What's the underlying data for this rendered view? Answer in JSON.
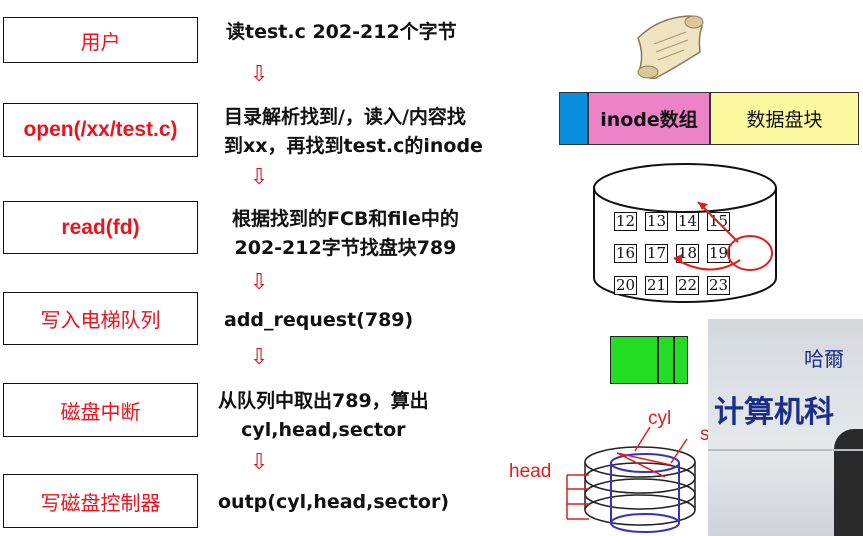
{
  "steps": [
    {
      "label": "用户",
      "desc": [
        "读test.c 202-212个字节"
      ]
    },
    {
      "label": "open(/xx/test.c)",
      "desc": [
        "目录解析找到/，读入/内容找",
        "到xx，再找到test.c的inode"
      ]
    },
    {
      "label": "read(fd)",
      "desc": [
        "根据找到的FCB和file中的",
        "202-212字节找盘块789"
      ]
    },
    {
      "label": "写入电梯队列",
      "desc": [
        "add_request(789)"
      ]
    },
    {
      "label": "磁盘中断",
      "desc": [
        "从队列中取出789，算出",
        "cyl,head,sector"
      ]
    },
    {
      "label": "写磁盘控制器",
      "desc": [
        "outp(cyl,head,sector)"
      ]
    }
  ],
  "arrow_glyph": "⇩",
  "disk_layout": {
    "inode_label": "inode数组",
    "data_label": "数据盘块"
  },
  "blocks": [
    [
      "12",
      "13",
      "14",
      "15"
    ],
    [
      "16",
      "17",
      "18",
      "19"
    ],
    [
      "20",
      "21",
      "22",
      "23"
    ]
  ],
  "disk_labels": {
    "cyl": "cyl",
    "head": "head",
    "sector": "s"
  },
  "photo_sign": {
    "line1": "哈爾",
    "line2": "计算机科"
  },
  "colors": {
    "red": "#e8141e",
    "blue": "#0a8fe0",
    "pink": "#ee82c8",
    "yellow": "#fbf8a0",
    "green": "#22dd22"
  }
}
